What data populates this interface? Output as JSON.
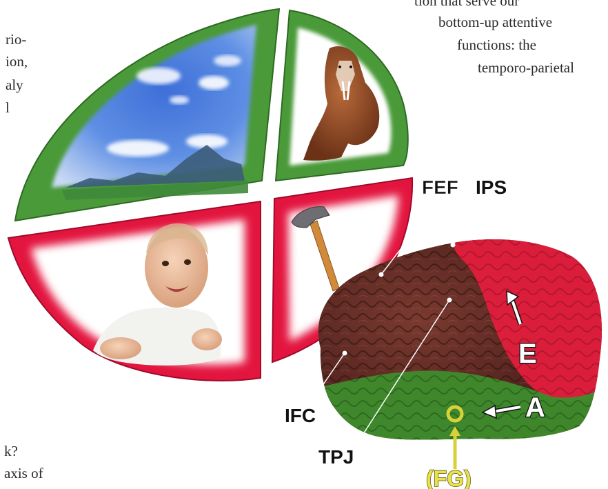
{
  "article": {
    "right_lines": [
      "tion that serve our",
      "bottom-up attentive",
      "functions: the",
      "temporo-parietal"
    ],
    "left_lines": [
      "rio-",
      "ion,",
      "aly",
      "l"
    ],
    "bottom_left_lines": [
      "k?",
      "axis of"
    ]
  },
  "figure": {
    "labels": {
      "fef": "FEF",
      "ips": "IPS",
      "ifc": "IFC",
      "tpj": "TPJ",
      "e": "E",
      "a": "A",
      "fg": "(FG)"
    },
    "colors": {
      "green": "#4a9a3a",
      "red": "#e3153f",
      "brain_dark": "#5e2a24",
      "brain_red": "#e21d3c",
      "brain_green": "#3f8a2c",
      "fg_marker": "#d8d23a"
    }
  }
}
